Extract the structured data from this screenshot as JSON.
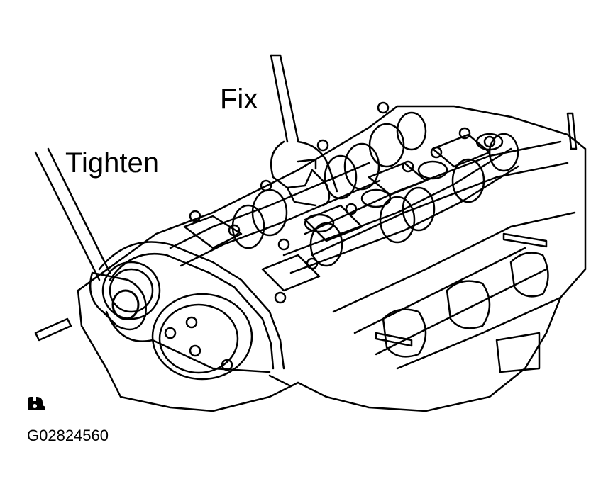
{
  "labels": {
    "fix": "Fix",
    "tighten": "Tighten",
    "figure_code": "G02824560"
  },
  "icons": {
    "torque_symbol": "torque-wrench-icon"
  },
  "colors": {
    "line": "#000000",
    "background": "#ffffff"
  }
}
